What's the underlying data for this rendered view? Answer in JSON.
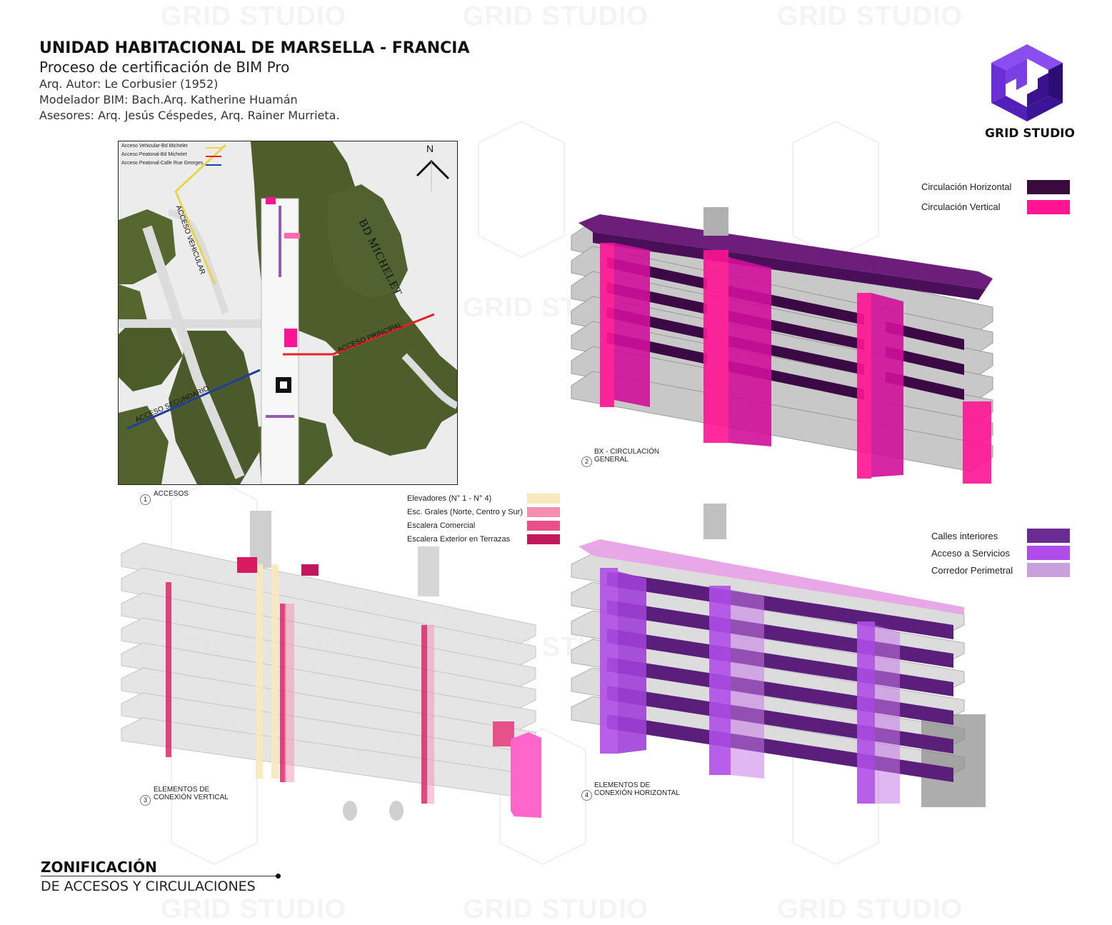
{
  "header": {
    "title": "UNIDAD HABITACIONAL DE MARSELLA - FRANCIA",
    "subtitle": "Proceso de certificación de BIM Pro",
    "author": "Arq. Autor: Le Corbusier (1952)",
    "modeler": "Modelador BIM: Bach.Arq. Katherine Huamán",
    "advisors": "Asesores: Arq. Jesús Céspedes, Arq. Rainer Murrieta."
  },
  "logo": {
    "text": "GRID STUDIO",
    "icon": "cube-logo-icon",
    "colors": [
      "#7b3fe4",
      "#4b1fb0",
      "#2b0d73"
    ]
  },
  "watermark": "GRID STUDIO",
  "map": {
    "legend": [
      {
        "label": "Acceso Vehicular-Bd Michelet",
        "color": "#e8d44d"
      },
      {
        "label": "Acceso Peatonal-Bd Michelet",
        "color": "#e82020"
      },
      {
        "label": "Acceso Peatonal-Calle Rue Georges",
        "color": "#1f3f9f"
      }
    ],
    "north": "N",
    "street": "BD MICHELET",
    "labels": {
      "vehicular": "ACCESO VEHICULAR",
      "principal": "ACCESO PRINCIPAL",
      "secundario": "ACCESO SECUNDARIO"
    },
    "caption_num": "1",
    "caption": "ACCESOS"
  },
  "view2": {
    "legend": [
      {
        "label": "Circulación Horizontal",
        "color": "#3a0a3f"
      },
      {
        "label": "Circulación Vertical",
        "color": "#ff1493"
      }
    ],
    "caption_num": "2",
    "caption_line1": "BX - CIRCULACIÓN",
    "caption_line2": "GENERAL"
  },
  "view3": {
    "legend": [
      {
        "label": "Elevadores (N° 1 - N° 4)",
        "color": "#f7e9bb"
      },
      {
        "label": "Esc. Grales (Norte, Centro y Sur)",
        "color": "#f48fb1"
      },
      {
        "label": "Escalera Comercial",
        "color": "#e8508c"
      },
      {
        "label": "Escalera Exterior en Terrazas",
        "color": "#c2185b"
      }
    ],
    "caption_num": "3",
    "caption_line1": "ELEMENTOS DE",
    "caption_line2": "CONEXIÓN VERTICAL"
  },
  "view4": {
    "legend": [
      {
        "label": "Calles interiores",
        "color": "#6a2c91"
      },
      {
        "label": "Acceso a Servicios",
        "color": "#b04de8"
      },
      {
        "label": "Corredor Perimetral",
        "color": "#c9a0dc"
      }
    ],
    "caption_num": "4",
    "caption_line1": "ELEMENTOS DE",
    "caption_line2": "CONEXIÓN HORIZONTAL"
  },
  "footer": {
    "title": "ZONIFICACIÓN",
    "subtitle": "DE ACCESOS Y CIRCULACIONES"
  }
}
